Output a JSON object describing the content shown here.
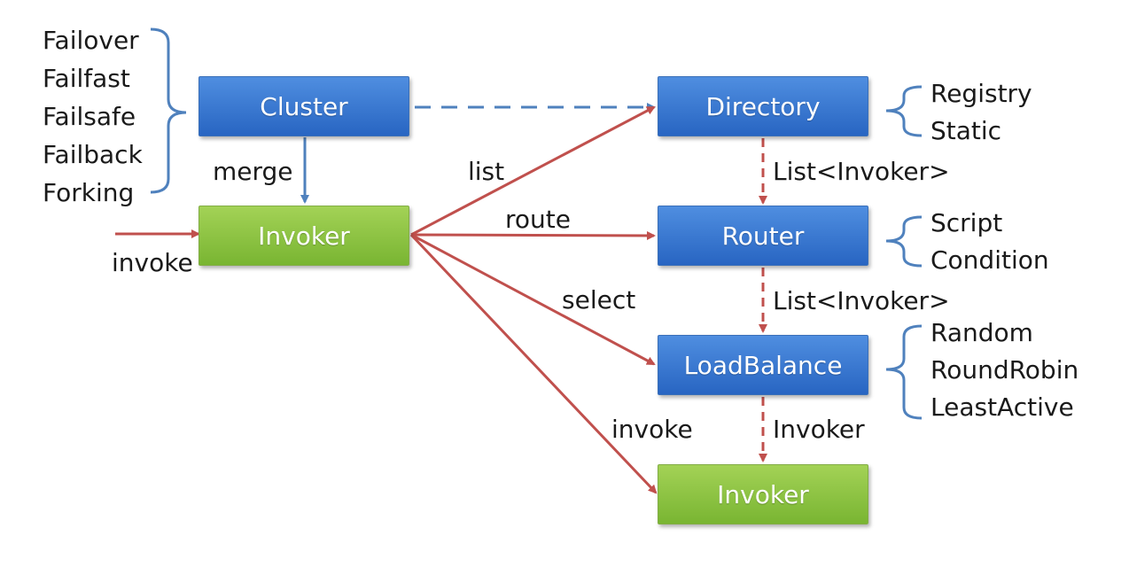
{
  "colors": {
    "blue_box": "#2f6cc5",
    "green_box": "#84bd3d",
    "red_arrow": "#c0504d",
    "blue_arrow": "#4f81bd",
    "brace": "#4f81bd"
  },
  "boxes": {
    "cluster": "Cluster",
    "directory": "Directory",
    "invoker_main": "Invoker",
    "router": "Router",
    "loadbalance": "LoadBalance",
    "invoker_result": "Invoker"
  },
  "cluster_options": [
    "Failover",
    "Failfast",
    "Failsafe",
    "Failback",
    "Forking"
  ],
  "directory_options": [
    "Registry",
    "Static"
  ],
  "router_options": [
    "Script",
    "Condition"
  ],
  "loadbalance_options": [
    "Random",
    "RoundRobin",
    "LeastActive"
  ],
  "edge_labels": {
    "merge": "merge",
    "invoke_in": "invoke",
    "list": "list",
    "route": "route",
    "select": "select",
    "invoke_out": "invoke",
    "dir_to_router": "List<Invoker>",
    "router_to_lb": "List<Invoker>",
    "lb_to_invoker": "Invoker"
  }
}
